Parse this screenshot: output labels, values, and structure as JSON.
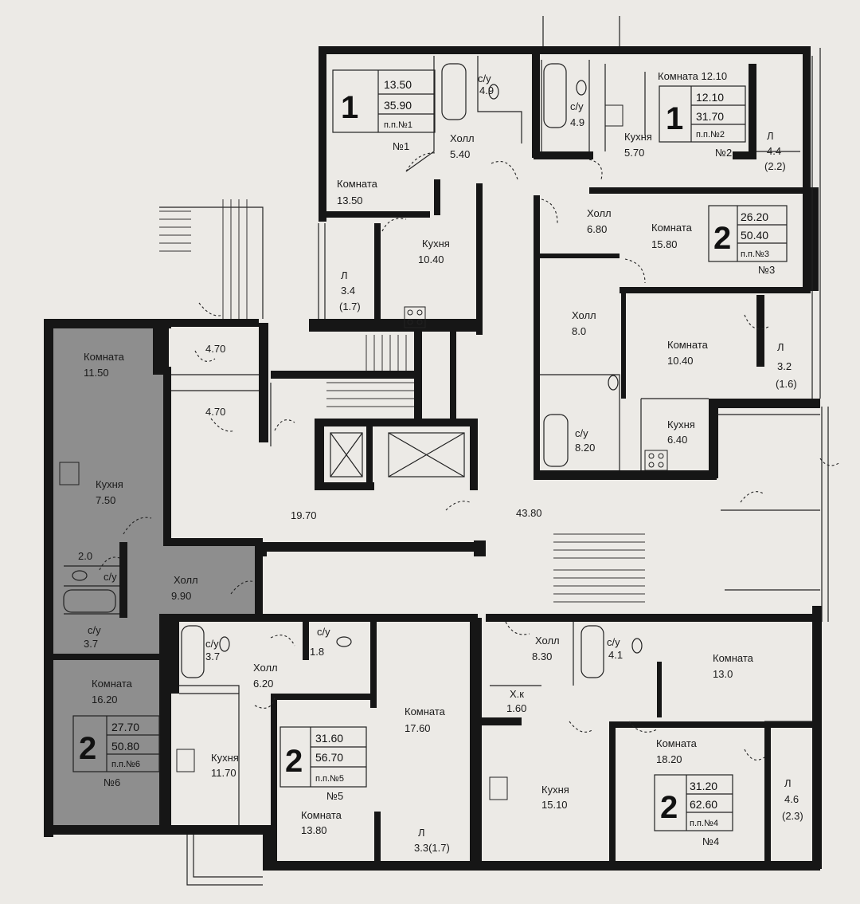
{
  "apartments": [
    {
      "id": "1",
      "number": "1",
      "living": "13.50",
      "total": "35.90",
      "plan": "п.п.№1",
      "tag": "№1"
    },
    {
      "id": "2",
      "number": "1",
      "living": "12.10",
      "total": "31.70",
      "plan": "п.п.№2",
      "tag": "№2"
    },
    {
      "id": "3",
      "number": "2",
      "living": "26.20",
      "total": "50.40",
      "plan": "п.п.№3",
      "tag": "№3"
    },
    {
      "id": "4",
      "number": "2",
      "living": "31.20",
      "total": "62.60",
      "plan": "п.п.№4",
      "tag": "№4"
    },
    {
      "id": "5",
      "number": "2",
      "living": "31.60",
      "total": "56.70",
      "plan": "п.п.№5",
      "tag": "№5"
    },
    {
      "id": "6",
      "number": "2",
      "living": "27.70",
      "total": "50.80",
      "plan": "п.п.№6",
      "tag": "№6"
    }
  ],
  "rooms": {
    "a1_su_name": "с/у",
    "a1_su_area": "4.9",
    "a1_hall_name": "Холл",
    "a1_hall_area": "5.40",
    "a1_room_name": "Комната",
    "a1_room_area": "13.50",
    "a1_kitchen_name": "Кухня",
    "a1_kitchen_area": "10.40",
    "a1_balcony_name": "Л",
    "a1_balcony_area": "3.4",
    "a1_balcony_half": "(1.7)",
    "a2_su_name": "с/у",
    "a2_su_area": "4.9",
    "a2_room_title": "Комната 12.10",
    "a2_kitchen_name": "Кухня",
    "a2_kitchen_area": "5.70",
    "a2_balcony_name": "Л",
    "a2_balcony_area": "4.4",
    "a2_balcony_half": "(2.2)",
    "a3_hall1_name": "Холл",
    "a3_hall1_area": "6.80",
    "a3_room1_name": "Комната",
    "a3_room1_area": "15.80",
    "a3_hall2_name": "Холл",
    "a3_hall2_area": "8.0",
    "a3_room2_name": "Комната",
    "a3_room2_area": "10.40",
    "a3_balcony_name": "Л",
    "a3_balcony_area": "3.2",
    "a3_balcony_half": "(1.6)",
    "a3_su_name": "с/у",
    "a3_su_area": "8.20",
    "a3_kitchen_name": "Кухня",
    "a3_kitchen_area": "6.40",
    "common_vest1": "4.70",
    "common_vest2": "4.70",
    "common_hall_left": "19.70",
    "common_hall_right": "43.80",
    "a6_room1_name": "Комната",
    "a6_room1_area": "11.50",
    "a6_kitchen_name": "Кухня",
    "a6_kitchen_area": "7.50",
    "a6_su1_area": "2.0",
    "a6_su1_name": "с/у",
    "a6_hall_name": "Холл",
    "a6_hall_area": "9.90",
    "a6_su2_name": "с/у",
    "a6_su2_area": "3.7",
    "a6_room2_name": "Комната",
    "a6_room2_area": "16.20",
    "a5_su1_name": "с/у",
    "a5_su1_area": "3.7",
    "a5_hall_name": "Холл",
    "a5_hall_area": "6.20",
    "a5_su2_name": "с/у",
    "a5_su2_area": "1.8",
    "a5_kitchen_name": "Кухня",
    "a5_kitchen_area": "11.70",
    "a5_room1_name": "Комната",
    "a5_room1_area": "17.60",
    "a5_room2_name": "Комната",
    "a5_room2_area": "13.80",
    "a5_balcony": "Л",
    "a5_balcony_area": "3.3(1.7)",
    "a4_hall_name": "Холл",
    "a4_hall_area": "8.30",
    "a4_su_name": "с/у",
    "a4_su_area": "4.1",
    "a4_room1_name": "Комната",
    "a4_room1_area": "13.0",
    "a4_storage_name": "Х.к",
    "a4_storage_area": "1.60",
    "a4_kitchen_name": "Кухня",
    "a4_kitchen_area": "15.10",
    "a4_room2_name": "Комната",
    "a4_room2_area": "18.20",
    "a4_balcony_name": "Л",
    "a4_balcony_area": "4.6",
    "a4_balcony_half": "(2.3)"
  }
}
